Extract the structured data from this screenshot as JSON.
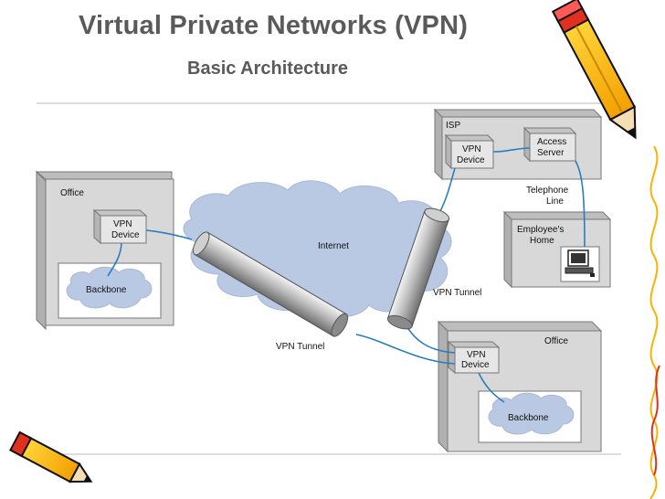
{
  "title": "Virtual Private Networks (VPN)",
  "subtitle": "Basic Architecture",
  "diagram": {
    "office_left": {
      "label": "Office",
      "vpn_device_line1": "VPN",
      "vpn_device_line2": "Device",
      "backbone": "Backbone"
    },
    "office_right": {
      "label": "Office",
      "vpn_device_line1": "VPN",
      "vpn_device_line2": "Device",
      "backbone": "Backbone"
    },
    "isp": {
      "label": "ISP",
      "vpn_device_line1": "VPN",
      "vpn_device_line2": "Device",
      "access_server_line1": "Access",
      "access_server_line2": "Server"
    },
    "telephone_line_1": "Telephone",
    "telephone_line_2": "Line",
    "home_line_1": "Employee's",
    "home_line_2": "Home",
    "internet": "Internet",
    "tunnel_1": "VPN Tunnel",
    "tunnel_2": "VPN Tunnel"
  },
  "colors": {
    "title": "#5a5a5a",
    "box_fill": "#d8d8d8",
    "cloud_fill": "#b9c9e3",
    "link": "#2a7dbf"
  }
}
